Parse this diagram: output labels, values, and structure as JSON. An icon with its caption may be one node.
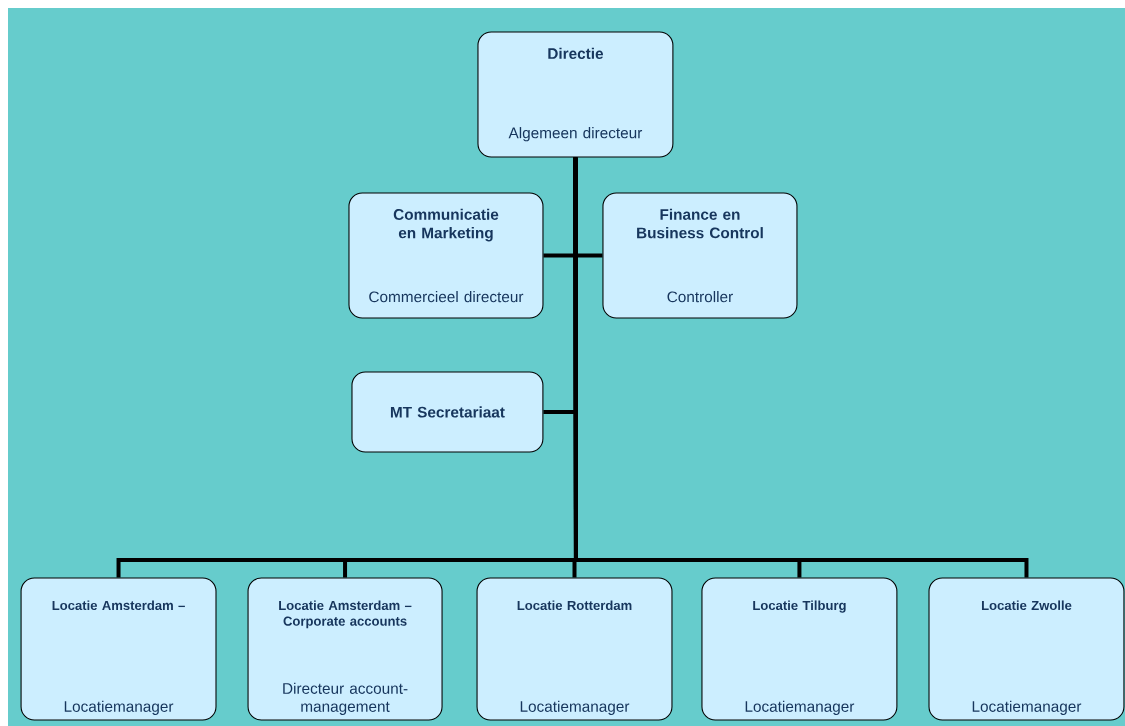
{
  "diagram": {
    "nodes": [
      {
        "text": [
          "Directie",
          "Algemeen directeur"
        ]
      },
      {
        "text": [
          "Communicatie en Marketing",
          "Commercieel directeur"
        ]
      },
      {
        "text": [
          "Finance en Business Control",
          "Controller"
        ]
      },
      {
        "text": [
          "MT Secretariaat"
        ]
      },
      {
        "text": [
          "Locatie Amsterdam –",
          "Locatiemanager"
        ]
      },
      {
        "text": [
          "Locatie Amsterdam – Corporate accounts",
          "Directeur account-management"
        ]
      },
      {
        "text": [
          "Locatie Rotterdam",
          "Locatiemanager"
        ]
      },
      {
        "text": [
          "Locatie Tilburg",
          "Locatiemanager"
        ]
      },
      {
        "text": [
          "Locatie Zwolle",
          "Locatiemanager"
        ]
      }
    ],
    "edges": [
      {
        "from": 0,
        "to": 1,
        "arrow": "none"
      },
      {
        "from": 0,
        "to": 2,
        "arrow": "none"
      },
      {
        "from": 0,
        "to": 3,
        "arrow": "none"
      },
      {
        "from": 0,
        "to": 4,
        "arrow": "none"
      },
      {
        "from": 0,
        "to": 5,
        "arrow": "none"
      },
      {
        "from": 0,
        "to": 6,
        "arrow": "none"
      },
      {
        "from": 0,
        "to": 7,
        "arrow": "none"
      },
      {
        "from": 0,
        "to": 8,
        "arrow": "none"
      }
    ]
  }
}
